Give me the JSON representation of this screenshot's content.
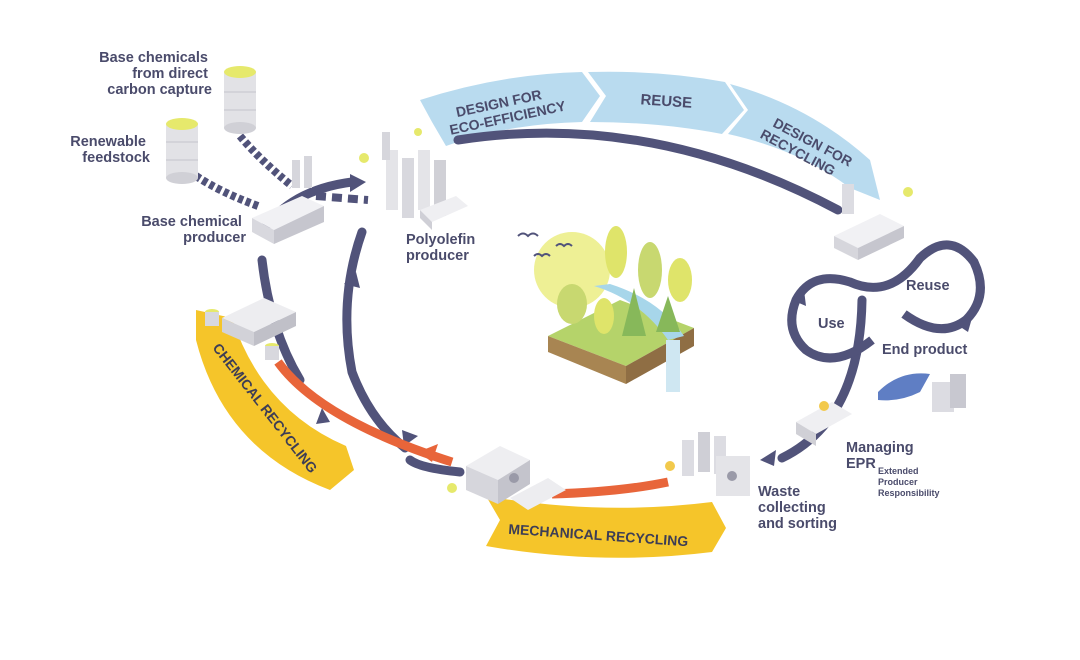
{
  "labels": {
    "base_chemicals_dcc": [
      "Base chemicals",
      "from direct",
      "carbon capture"
    ],
    "renewable_feedstock": [
      "Renewable",
      "feedstock"
    ],
    "base_chemical_producer": [
      "Base chemical",
      "producer"
    ],
    "polyolefin_producer": [
      "Polyolefin",
      "producer"
    ],
    "use": "Use",
    "reuse_loop": "Reuse",
    "end_product": "End product",
    "managing_epr": [
      "Managing",
      "EPR"
    ],
    "epr_expansion": [
      "Extended",
      "Producer",
      "Responsibility"
    ],
    "waste_collecting": [
      "Waste",
      "collecting",
      "and sorting"
    ]
  },
  "banners": {
    "design_eco": [
      "DESIGN FOR",
      "ECO-EFFICIENCY"
    ],
    "reuse": "REUSE",
    "design_recycling": [
      "DESIGN FOR",
      "RECYCLING"
    ],
    "chemical_recycling": "CHEMICAL RECYCLING",
    "mechanical_recycling": "MECHANICAL RECYCLING"
  },
  "colors": {
    "loop": "#51537a",
    "blue_banner": "#b9dbef",
    "yellow_banner": "#f5c52a",
    "orange_arrow": "#e8653a",
    "text": "#4a4b6b"
  }
}
